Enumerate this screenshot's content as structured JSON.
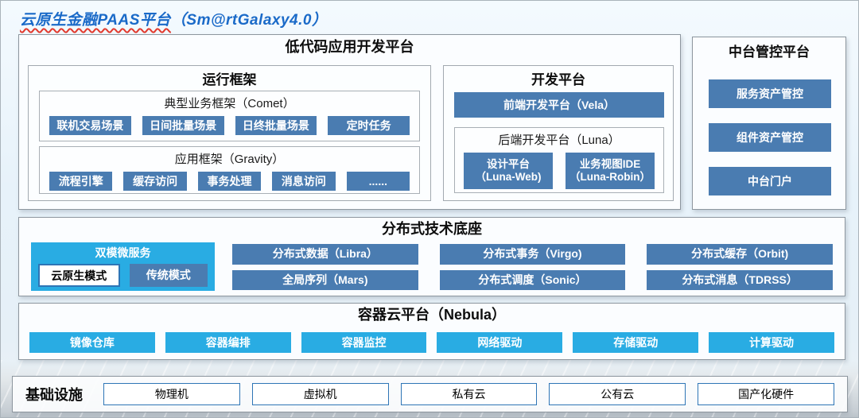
{
  "title": {
    "main": "云原生金融PAAS平台",
    "suffix": "（Sm@rtGalaxy4.0）"
  },
  "colors": {
    "steel_blue_button": "#4A7CB1",
    "cyan_button": "#29ACE3",
    "title_blue": "#1A6AC8",
    "underline_red": "#E23A2E",
    "panel_border": "#8D969E",
    "white_button_border": "#2E75B6"
  },
  "low_code": {
    "title": "低代码应用开发平台",
    "runtime": {
      "title": "运行框架",
      "comet": {
        "title": "典型业务框架（Comet）",
        "buttons": [
          "联机交易场景",
          "日间批量场景",
          "日终批量场景",
          "定时任务"
        ]
      },
      "gravity": {
        "title": "应用框架（Gravity）",
        "buttons": [
          "流程引擎",
          "缓存访问",
          "事务处理",
          "消息访问",
          "......"
        ]
      }
    },
    "dev": {
      "title": "开发平台",
      "vela_button": "前端开发平台（Vela）",
      "luna": {
        "title": "后端开发平台（Luna）",
        "buttons": [
          {
            "line1": "设计平台",
            "line2": "（Luna-Web)"
          },
          {
            "line1": "业务视图IDE",
            "line2": "（Luna-Robin）"
          }
        ]
      }
    }
  },
  "governance": {
    "title": "中台管控平台",
    "buttons": [
      "服务资产管控",
      "组件资产管控",
      "中台门户"
    ]
  },
  "distributed": {
    "title": "分布式技术底座",
    "dual_mode": {
      "title": "双模微服务",
      "cloud_native_button": "云原生模式",
      "traditional_button": "传统模式"
    },
    "buttons_row1": [
      "分布式数据（Libra）",
      "分布式事务（Virgo)",
      "分布式缓存（Orbit)"
    ],
    "buttons_row2": [
      "全局序列（Mars)",
      "分布式调度（Sonic）",
      "分布式消息（TDRSS）"
    ]
  },
  "container_cloud": {
    "title": "容器云平台（Nebula）",
    "buttons": [
      "镜像仓库",
      "容器编排",
      "容器监控",
      "网络驱动",
      "存储驱动",
      "计算驱动"
    ]
  },
  "infrastructure": {
    "title": "基础设施",
    "buttons": [
      "物理机",
      "虚拟机",
      "私有云",
      "公有云",
      "国产化硬件"
    ]
  }
}
